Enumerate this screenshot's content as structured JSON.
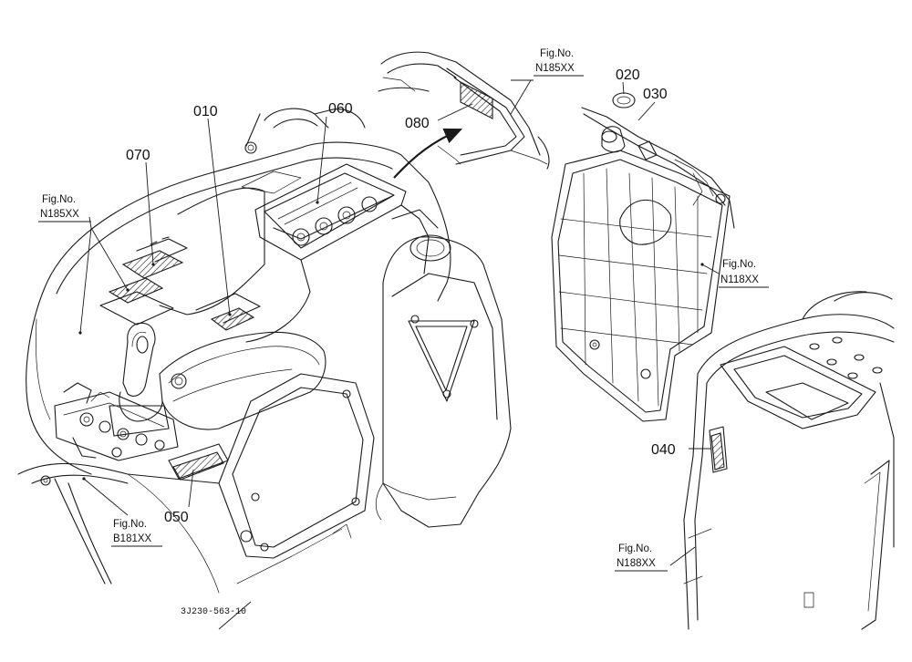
{
  "labels": {
    "p010": "010",
    "p020": "020",
    "p030": "030",
    "p040": "040",
    "p050": "050",
    "p060": "060",
    "p070": "070",
    "p080": "080"
  },
  "refs": {
    "fig_label": "Fig.No.",
    "r1": "N185XX",
    "r2": "N185XX",
    "r3": "N118XX",
    "r4": "B181XX",
    "r5": "N188XX"
  },
  "drawing_code": "3J230-563-10"
}
